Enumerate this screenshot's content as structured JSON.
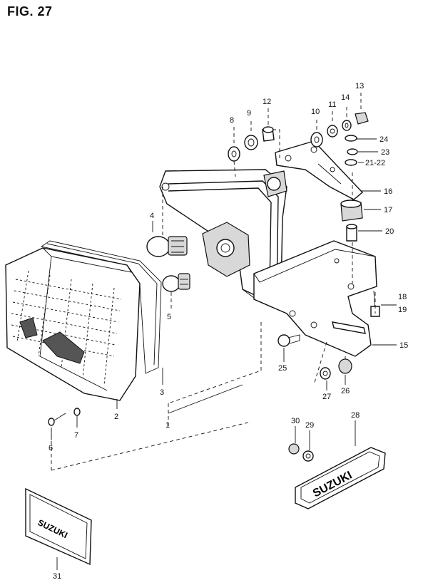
{
  "figure": {
    "title": "FIG. 27"
  },
  "logos": {
    "plate_logo": "SUZUKI",
    "emblem_logo": "SUZUKI"
  },
  "labels": {
    "l1": "1",
    "l2": "2",
    "l3": "3",
    "l4": "4",
    "l5": "5",
    "l6": "6",
    "l7": "7",
    "l8": "8",
    "l9": "9",
    "l10": "10",
    "l11": "11",
    "l12": "12",
    "l13": "13",
    "l14": "14",
    "l15": "15",
    "l16": "16",
    "l17": "17",
    "l18": "18",
    "l19": "19",
    "l20": "20",
    "l21_22": "21-22",
    "l23": "23",
    "l24": "24",
    "l25": "25",
    "l26": "26",
    "l27": "27",
    "l28": "28",
    "l29": "29",
    "l30": "30",
    "l31": "31"
  }
}
